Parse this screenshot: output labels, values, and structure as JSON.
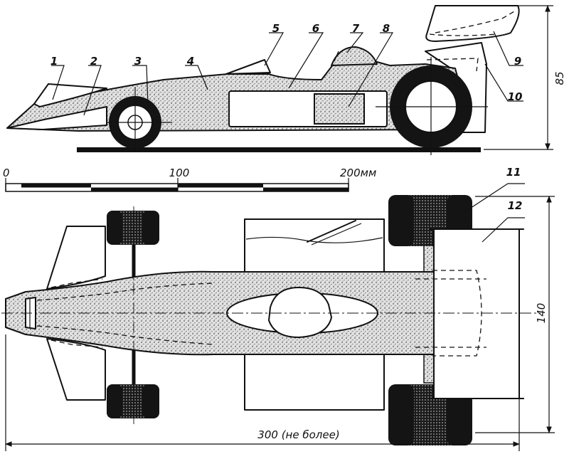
{
  "parts": [
    {
      "id": "1"
    },
    {
      "id": "2"
    },
    {
      "id": "3"
    },
    {
      "id": "4"
    },
    {
      "id": "5"
    },
    {
      "id": "6"
    },
    {
      "id": "7"
    },
    {
      "id": "8"
    },
    {
      "id": "9"
    },
    {
      "id": "10"
    },
    {
      "id": "11"
    },
    {
      "id": "12"
    }
  ],
  "scale": {
    "ticks": [
      "0",
      "100",
      "200мм"
    ]
  },
  "dimensions": {
    "height": "85",
    "width": "140",
    "length": "300 (не более)"
  }
}
